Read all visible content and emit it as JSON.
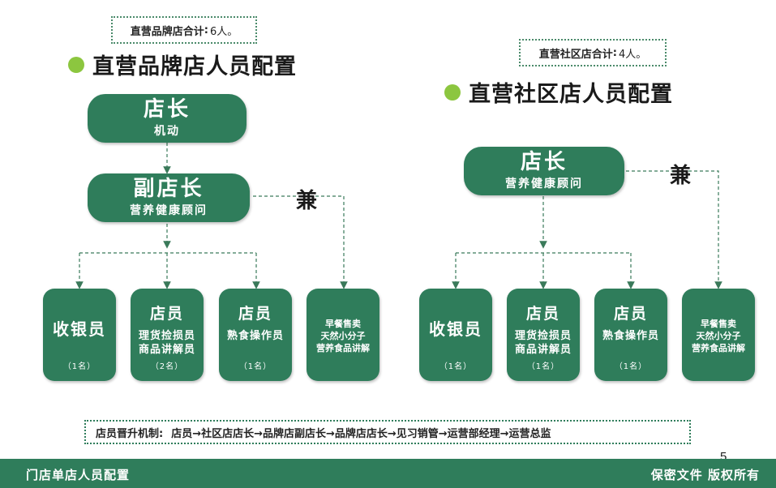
{
  "brand": {
    "total_label": "直营品牌店合计",
    "total_value": "6人。",
    "title": "直营品牌店人员配置",
    "manager": {
      "title": "店长",
      "sub": "机动"
    },
    "deputy": {
      "title": "副店长",
      "sub": "营养健康顾问"
    },
    "concurrent": "兼",
    "cashier": {
      "title": "收银员",
      "count": "（1名）"
    },
    "staff1": {
      "title": "店员",
      "duty1": "理货捡损员",
      "duty2": "商品讲解员",
      "count": "（2名）"
    },
    "staff2": {
      "title": "店员",
      "duty": "熟食操作员",
      "count": "（1名）"
    },
    "breakfast": {
      "line1": "早餐售卖",
      "line2": "天然小分子",
      "line3": "营养食品讲解"
    }
  },
  "community": {
    "total_label": "直营社区店合计",
    "total_value": "4人。",
    "title": "直营社区店人员配置",
    "manager": {
      "title": "店长",
      "sub": "营养健康顾问"
    },
    "concurrent": "兼",
    "cashier": {
      "title": "收银员",
      "count": "（1名）"
    },
    "staff1": {
      "title": "店员",
      "duty1": "理货捡损员",
      "duty2": "商品讲解员",
      "count": "（1名）"
    },
    "staff2": {
      "title": "店员",
      "duty": "熟食操作员",
      "count": "（1名）"
    },
    "breakfast": {
      "line1": "早餐售卖",
      "line2": "天然小分子",
      "line3": "营养食品讲解"
    }
  },
  "promotion": {
    "label": "店员晋升机制:",
    "path": "店员→社区店店长→品牌店副店长→品牌店店长→见习销管→运营部经理→运营总监"
  },
  "page_number": "5",
  "footer": {
    "left": "门店单店人员配置",
    "right": "保密文件 版权所有"
  },
  "colors": {
    "primary_green": "#2f7d5b",
    "accent_dot": "#8cc63f"
  }
}
